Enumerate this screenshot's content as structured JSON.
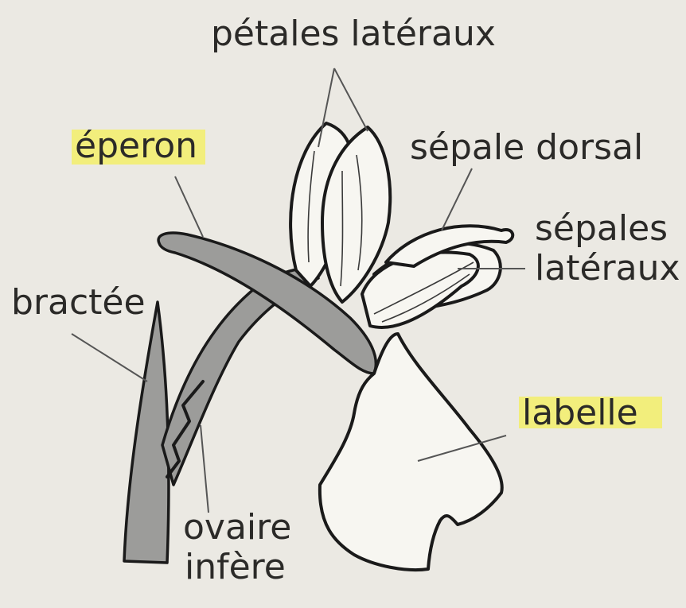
{
  "labels": {
    "petales": "pétales latéraux",
    "eperon": "éperon",
    "sepale_dorsal": "sépale dorsal",
    "sepales_line1": "sépales",
    "sepales_line2": "latéraux",
    "bractee": "bractée",
    "labelle": "labelle",
    "ovaire_line1": "ovaire",
    "ovaire_line2": "infère"
  },
  "colors": {
    "highlight": "#f2ee7c",
    "background": "#ebe9e3",
    "ink": "#1a1a1a",
    "grey_fill": "#9c9c9a"
  }
}
